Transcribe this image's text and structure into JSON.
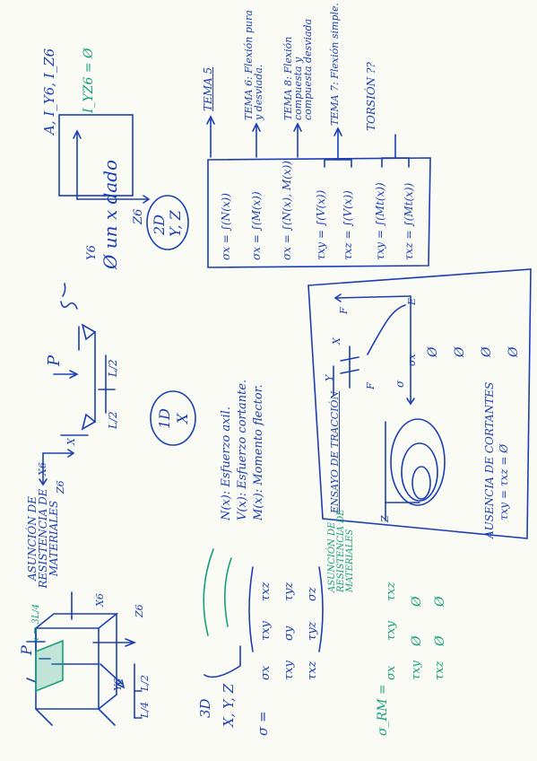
{
  "notes": {
    "header": {
      "topic": "Ø un x dado",
      "properties": "A, I_Y6, I_Z6",
      "product_inertia_zero": "I_YZ6 = Ø"
    },
    "section_2d": {
      "axes": "Y, Z",
      "dim_label": "2D",
      "axis_y": "Y6",
      "axis_z": "Z6"
    },
    "stress_vector": {
      "rows": [
        {
          "expr": "σx = ∫(N(x))",
          "topic": "TEMA 5"
        },
        {
          "expr": "σx = ∫(M(x))",
          "topic": "TEMA 6: Flexión pura y desviada."
        },
        {
          "expr": "σx = ∫(N(x), M(x))",
          "topic": "TEMA 8: Flexión compuesta y compuesta desviada"
        },
        {
          "expr": "τxy = ∫(V(x))",
          "topic": "TEMA 7: Flexión simple."
        },
        {
          "expr": "τxz = ∫(V(x))",
          "topic": ""
        },
        {
          "expr": "τxy = ∫(Mt(x))",
          "topic": "TORSIÓN ??"
        },
        {
          "expr": "τxz = ∫(Mt(x))",
          "topic": ""
        }
      ]
    },
    "beam_1d": {
      "load": "P",
      "dim_label": "1D",
      "axis": "X",
      "span_left": "L/2",
      "span_right": "L/2",
      "axis_x": "X",
      "axis_y": "X6",
      "axis_z": "Z6"
    },
    "definitions": [
      "N(x): Esfuerzo axil.",
      "V(x): Esfuerzo cortante.",
      "M(x): Momento flector."
    ],
    "tension_test": {
      "title": "ENSAYO DE TRACCIÓN",
      "labels": [
        "F",
        "F",
        "σ",
        "Y",
        "X",
        "E",
        "Z"
      ],
      "sigma_x": "σx",
      "absence": "AUSENCIA DE CORTANTES",
      "absence_eq": "τxy = τxz = Ø"
    },
    "beam_3d": {
      "load": "P",
      "position": "x = 3L/4",
      "axes": [
        "X6",
        "Z6",
        "Y6"
      ],
      "spans": [
        "L/4",
        "L/2"
      ]
    },
    "hypothesis": {
      "title": "ASUNCIÓN DE RESISTENCIA DE MATERIALES"
    },
    "tensor_3d": {
      "dim_label": "3D",
      "axes": "X, Y, Z",
      "symbol": "σ =",
      "matrix": [
        [
          "σx",
          "τxy",
          "τxz"
        ],
        [
          "τxy",
          "σy",
          "τyz"
        ],
        [
          "τxz",
          "τyz",
          "σz"
        ]
      ]
    },
    "tensor_rm": {
      "symbol": "σ_RM =",
      "note": "ASUNCIÓN DE RESISTENCIA DE MATERIALES",
      "matrix": [
        [
          "σx",
          "τxy",
          "τxz"
        ],
        [
          "τxy",
          "Ø",
          "Ø"
        ],
        [
          "τxz",
          "Ø",
          "Ø"
        ]
      ]
    },
    "colors": {
      "ink": "#1a3fb5",
      "green": "#13a07a",
      "paper": "#fbfbf6"
    }
  }
}
